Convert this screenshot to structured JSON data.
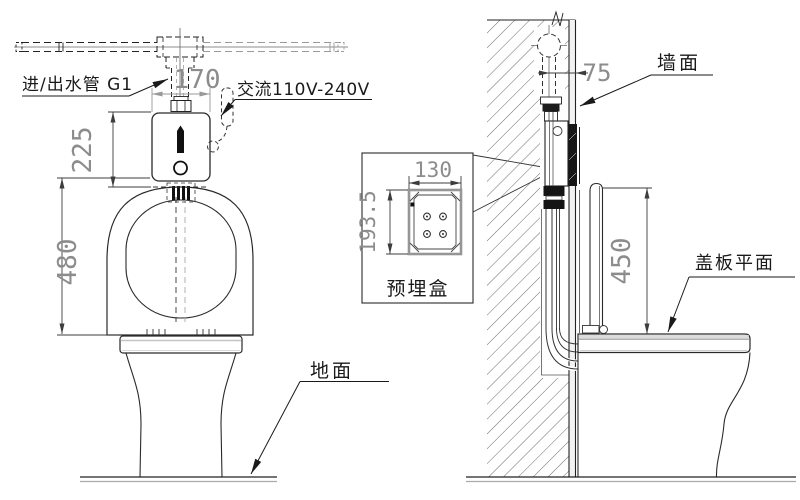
{
  "front_view": {
    "label_inlet_outlet_pipe": "进/出水管 G1",
    "label_ac_power": "交流110V-240V",
    "label_ground": "地面",
    "dim_pipe_offset": "170",
    "dim_valve_box_height": "225",
    "dim_install_height": "480"
  },
  "embedded_box_detail": {
    "title": "预埋盒",
    "dim_width": "130",
    "dim_height": "193.5"
  },
  "side_view": {
    "label_wall_surface": "墙面",
    "label_cover_plate_plane": "盖板平面",
    "dim_pipe_to_wall": "75",
    "dim_cover_to_unit_height": "450"
  },
  "colors": {
    "line": "#2a2a2a",
    "dimension_text": "#8c8c8c",
    "muted_line": "#9a9a9a",
    "panel_dark": "#161616",
    "background": "#ffffff"
  }
}
